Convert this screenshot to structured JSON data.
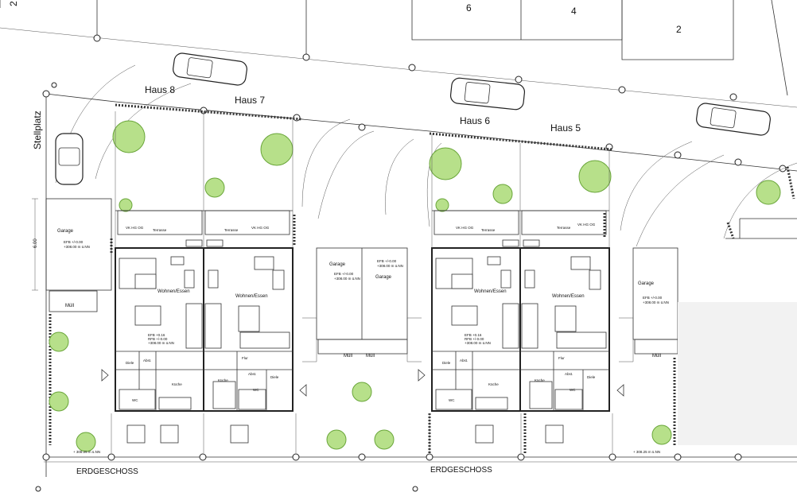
{
  "plot_numbers": [
    "2",
    "6",
    "4",
    "2"
  ],
  "houses": [
    {
      "name": "Haus 8"
    },
    {
      "name": "Haus 7"
    },
    {
      "name": "Haus 6"
    },
    {
      "name": "Haus 5"
    }
  ],
  "parking_label": "Stellplatz",
  "dimension": "6.00",
  "floor_labels": [
    "ERDGESCHOSS",
    "ERDGESCHOSS"
  ],
  "room_labels": {
    "terrace": "Terrasse",
    "living": "Wohnen/Essen",
    "hall": "Flur",
    "kitchen": "Küche",
    "storage": "Abst.",
    "entry": "Diele",
    "wc": "WC",
    "garage": "Garage",
    "waste": "Müll",
    "vk": "VK HG OG"
  },
  "level_marks": {
    "garage": [
      "EFB +/-0.00",
      "+308.00 m ü.NN"
    ],
    "house": [
      "EFB +0.16",
      "RFB +/-0.00",
      "+308.00 m ü.NN"
    ],
    "bottom": "+ 308.25 m ü.NN"
  }
}
